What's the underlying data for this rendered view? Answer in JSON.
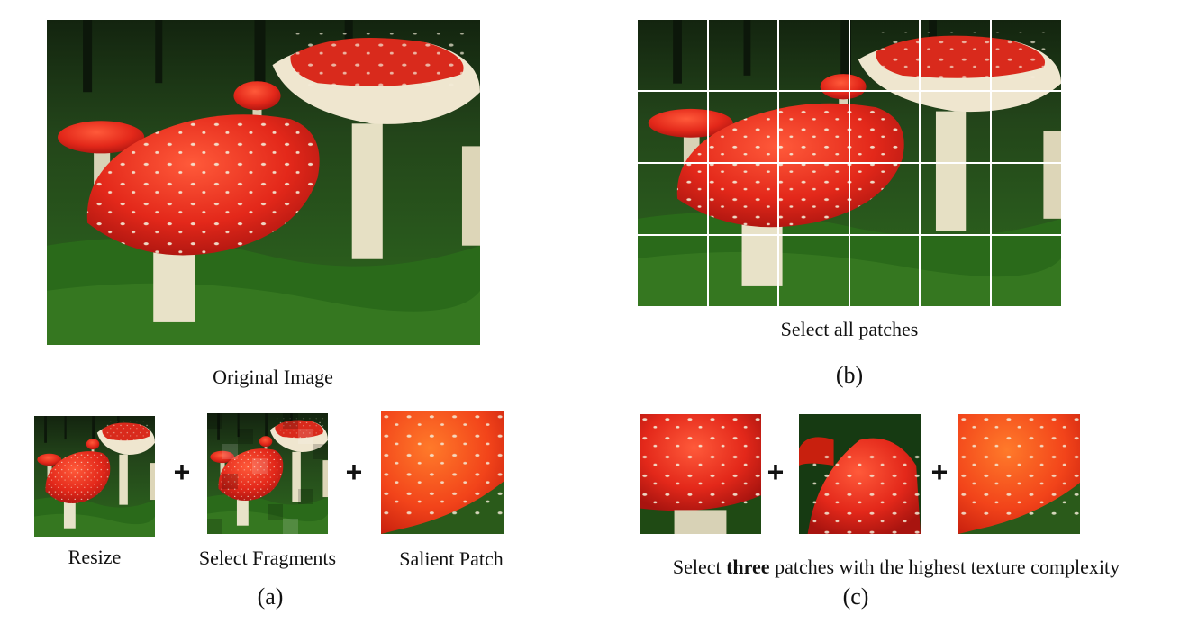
{
  "labels": {
    "original_image": "Original Image",
    "select_all": "Select all patches",
    "sub_b": "(b)",
    "resize": "Resize",
    "select_fragments": "Select Fragments",
    "salient_patch": "Salient Patch",
    "sub_a": "(a)",
    "select_three_prefix": "Select ",
    "select_three_bold": "three",
    "select_three_suffix": " patches with the highest texture complexity",
    "sub_c": "(c)",
    "plus": "+"
  },
  "colors": {
    "grass_dark": "#0f3a0e",
    "grass_mid": "#2f6a1c",
    "cap_red": "#e0281a",
    "cap_orange": "#f2541c",
    "stem": "#e6e0c4",
    "grid_line": "#ffffff"
  }
}
